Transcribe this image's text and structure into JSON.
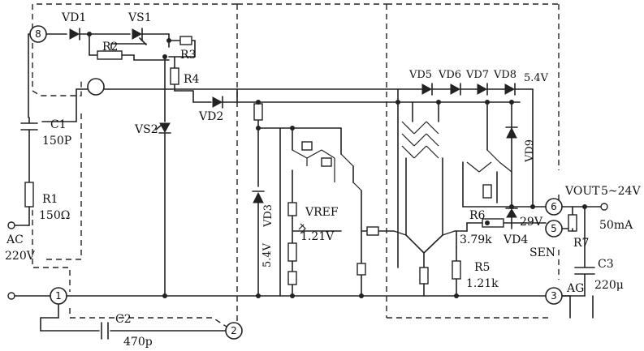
{
  "pins": {
    "p1": "1",
    "p2": "2",
    "p3": "3",
    "p5": "5",
    "p6": "6",
    "p8": "8"
  },
  "labels": {
    "vd1": "VD1",
    "vs1": "VS1",
    "r2": "R2",
    "r3": "R3",
    "r4": "R4",
    "vs2": "VS2",
    "vd2": "VD2",
    "c1": "C1",
    "c1_value": "150P",
    "r1": "R1",
    "r1_value": "150Ω",
    "ac": "AC",
    "ac_voltage": "220V",
    "c2": "C2",
    "c2_value": "470p",
    "vd3_value": "5.4V",
    "vd3": "VD3",
    "vref": "VREF",
    "vref_value": "1.21V",
    "vd5": "VD5",
    "vd6": "VD6",
    "vd7": "VD7",
    "vd8": "VD8",
    "vd5_8_value": "5.4V",
    "vd9": "VD9",
    "vd4_value": "29V",
    "vd4": "VD4",
    "r6": "R6",
    "r6_value": "3.79k",
    "r5": "R5",
    "r5_value": "1.21k",
    "vout": "VOUT",
    "vout_range": "5~24V",
    "current": "50mA",
    "sen": "SEN",
    "r7": "R7",
    "ag": "AG",
    "c3": "C3",
    "c3_value": "220μ"
  }
}
